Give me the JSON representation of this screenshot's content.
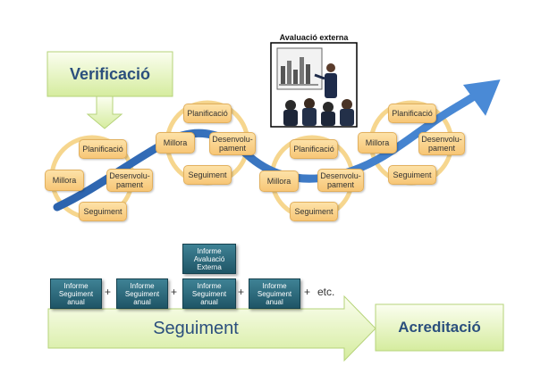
{
  "verificacio": "Verificació",
  "avaluacio_externa": "Avaluació externa",
  "cycles": [
    {
      "planificacio": "Planificació",
      "millora": "Millora",
      "desenvolupament": "Desenvolu-\npament",
      "seguiment": "Seguiment"
    },
    {
      "planificacio": "Planificació",
      "millora": "Millora",
      "desenvolupament": "Desenvolu-\npament",
      "seguiment": "Seguiment"
    },
    {
      "planificacio": "Planificació",
      "millora": "Millora",
      "desenvolupament": "Desenvolu-\npament",
      "seguiment": "Seguiment"
    },
    {
      "planificacio": "Planificació",
      "millora": "Millora",
      "desenvolupament": "Desenvolu-\npament",
      "seguiment": "Seguiment"
    }
  ],
  "informes": [
    "Informe\nSeguiment\nanual",
    "Informe\nSeguiment\nanual",
    "Informe\nSeguiment\nanual",
    "Informe\nSeguiment\nanual"
  ],
  "informe_avaluacio": "Informe\nAvaluació\nExterna",
  "plus": "+",
  "etc": "etc.",
  "seguiment_band": "Seguiment",
  "acreditacio": "Acreditació",
  "colors": {
    "green_light": "#f4fbd8",
    "green_dark": "#c9e58f",
    "blue_arrow": "#3b78c4",
    "teal": "#1f5566",
    "cycle_ring": "#f6d68e"
  }
}
